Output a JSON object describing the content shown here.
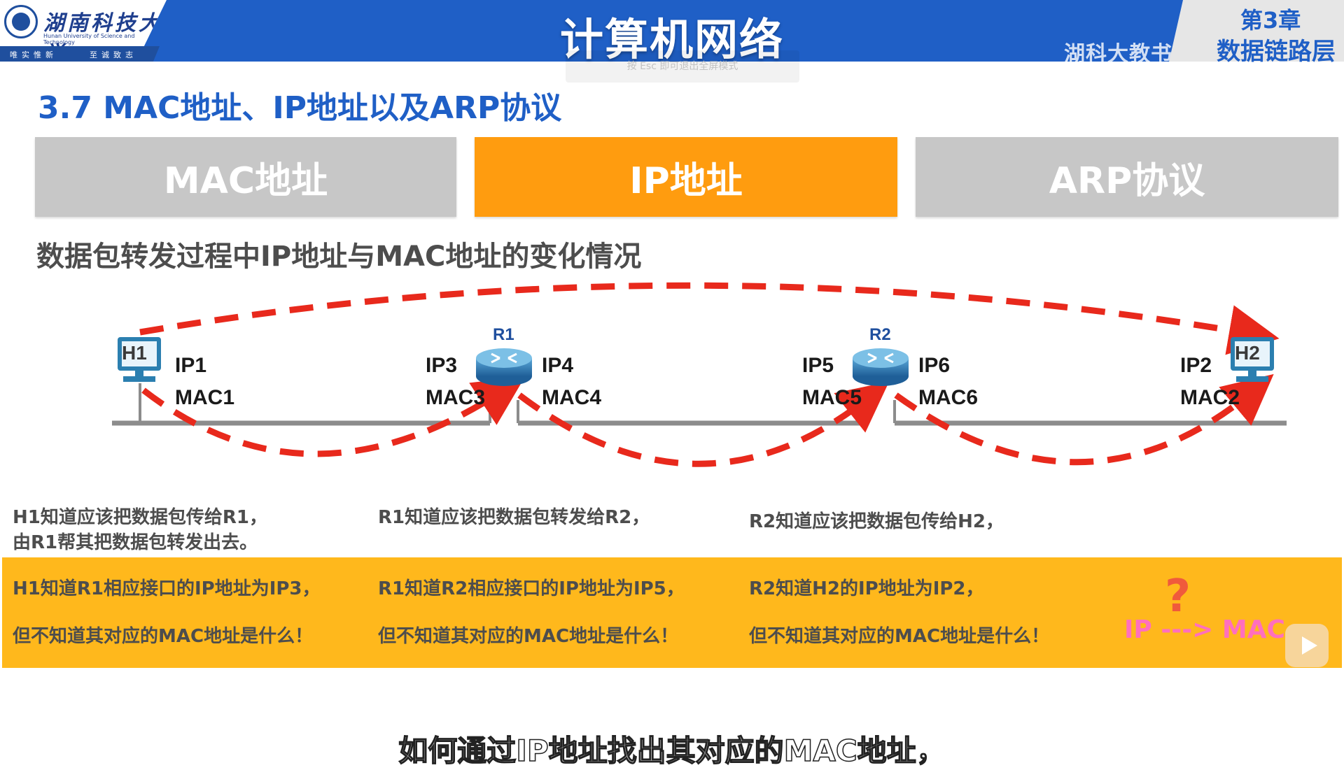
{
  "header": {
    "university_cn": "湖南科技大学",
    "university_en": "Hunan University of Science and Technology",
    "motto_left": "唯实惟新",
    "motto_right": "至诚致志",
    "course_title": "计算机网络",
    "esc_hint": "按 Esc 即可退出全屏模式",
    "chapter_num": "第3章",
    "chapter_name": "数据链路层",
    "watermark": "湖科大教书匠"
  },
  "section_title": "3.7 MAC地址、IP地址以及ARP协议",
  "tabs": [
    {
      "label": "MAC地址",
      "active": false
    },
    {
      "label": "IP地址",
      "active": true
    },
    {
      "label": "ARP协议",
      "active": false
    }
  ],
  "subtitle": "数据包转发过程中IP地址与MAC地址的变化情况",
  "diagram": {
    "hosts": [
      {
        "name": "H1"
      },
      {
        "name": "H2"
      }
    ],
    "routers": [
      {
        "name": "R1"
      },
      {
        "name": "R2"
      }
    ],
    "labels": {
      "h1_ip": "IP1",
      "h1_mac": "MAC1",
      "r1_left_ip": "IP3",
      "r1_left_mac": "MAC3",
      "r1_right_ip": "IP4",
      "r1_right_mac": "MAC4",
      "r2_left_ip": "IP5",
      "r2_left_mac": "MAC5",
      "r2_right_ip": "IP6",
      "r2_right_mac": "MAC6",
      "h2_ip": "IP2",
      "h2_mac": "MAC2"
    },
    "colors": {
      "arrow": "#e8291c",
      "link": "#8c8c8c",
      "device": "#2b7fb0"
    }
  },
  "explanations": {
    "top": [
      {
        "line1": "H1知道应该把数据包传给R1，",
        "line2": "由R1帮其把数据包转发出去。"
      },
      {
        "line1": "R1知道应该把数据包转发给R2，",
        "line2": ""
      },
      {
        "line1": "R2知道应该把数据包传给H2，",
        "line2": ""
      }
    ],
    "band": [
      {
        "line1": "H1知道R1相应接口的IP地址为IP3，",
        "line2": "但不知道其对应的MAC地址是什么！"
      },
      {
        "line1": "R1知道R2相应接口的IP地址为IP5，",
        "line2": "但不知道其对应的MAC地址是什么！"
      },
      {
        "line1": "R2知道H2的IP地址为IP2，",
        "line2": "但不知道其对应的MAC地址是什么！"
      }
    ],
    "band_color": "#ffb81c"
  },
  "mapping": {
    "question": "?",
    "text": "IP ---> MAC"
  },
  "caption": "如何通过IP地址找出其对应的MAC地址，"
}
